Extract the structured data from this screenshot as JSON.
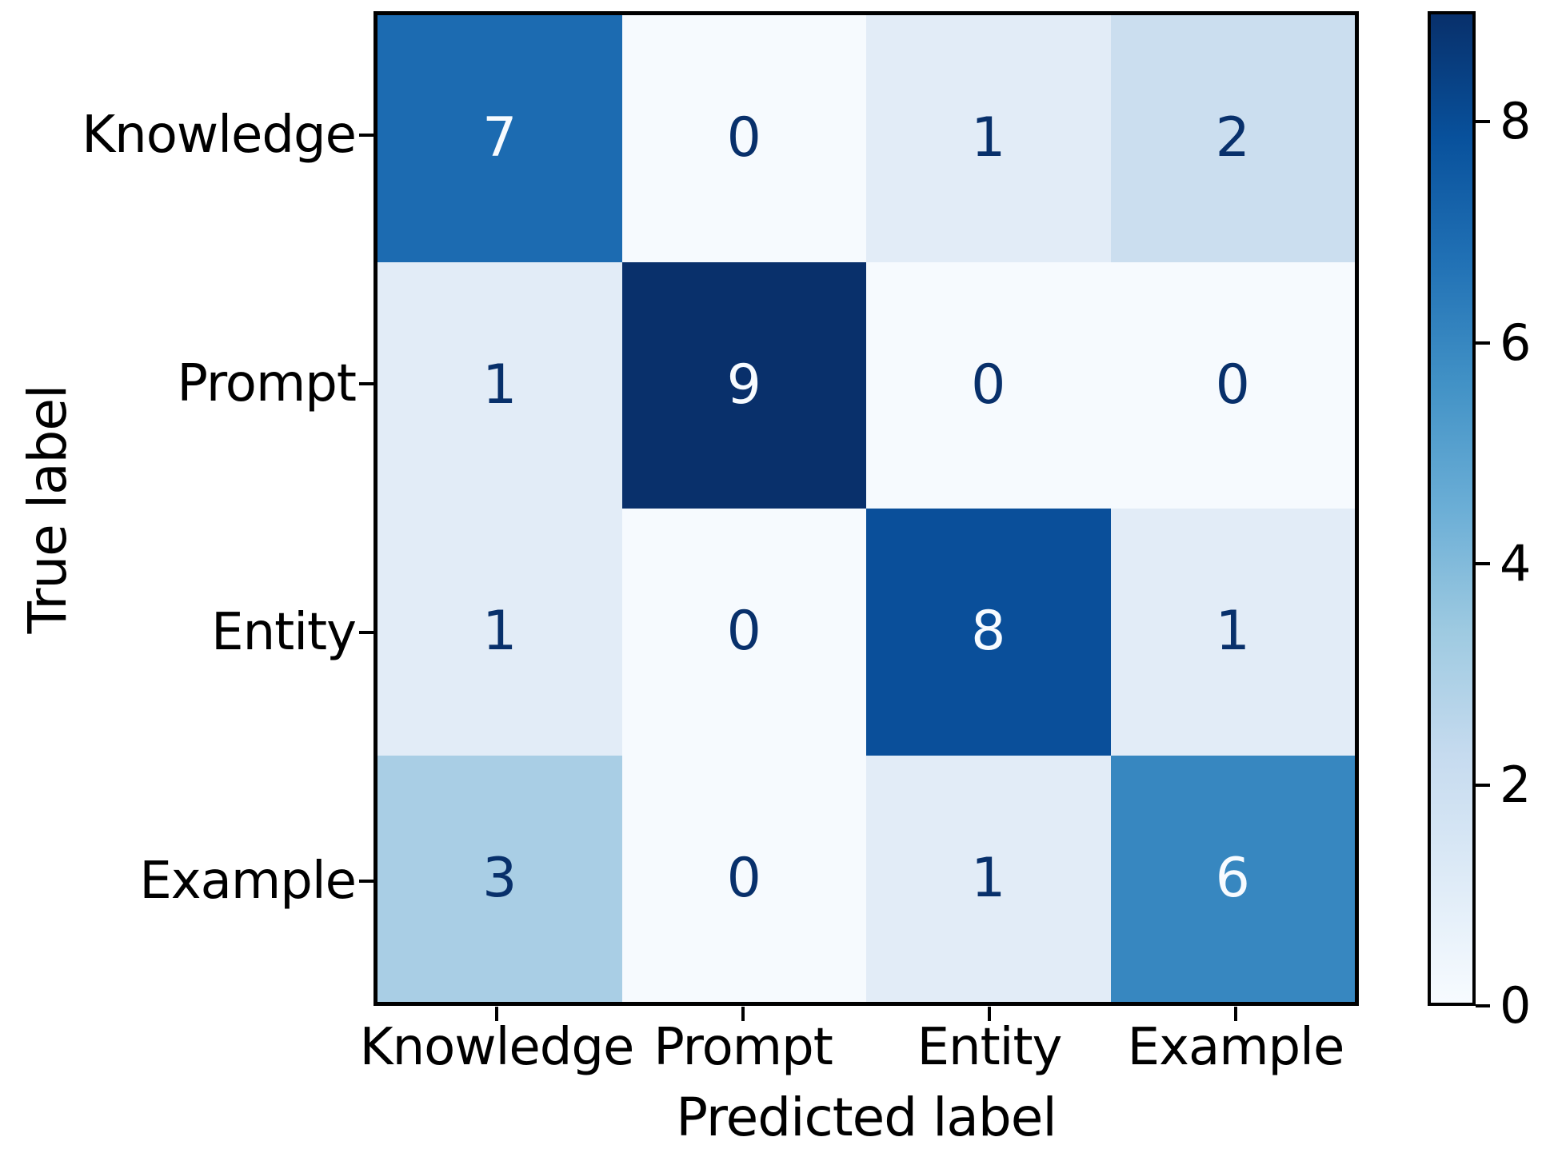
{
  "chart_data": {
    "type": "heatmap",
    "subtype": "confusion-matrix",
    "title": "",
    "xlabel": "Predicted label",
    "ylabel": "True label",
    "x_categories": [
      "Knowledge",
      "Prompt",
      "Entity",
      "Example"
    ],
    "y_categories": [
      "Knowledge",
      "Prompt",
      "Entity",
      "Example"
    ],
    "matrix": [
      [
        7,
        0,
        1,
        2
      ],
      [
        1,
        9,
        0,
        0
      ],
      [
        1,
        0,
        8,
        1
      ],
      [
        3,
        0,
        1,
        6
      ]
    ],
    "vmin": 0,
    "vmax": 9,
    "colormap": "Blues",
    "grid": false,
    "colorbar": {
      "position": "right",
      "ticks": [
        8,
        6,
        4,
        2,
        0
      ],
      "gradient_bottom_to_top": [
        "#f7fbff",
        "#deebf7",
        "#c6dbef",
        "#9ecae1",
        "#6baed6",
        "#4292c6",
        "#2171b5",
        "#08519c",
        "#08306b"
      ]
    },
    "cells": [
      {
        "row": "Knowledge",
        "col": "Knowledge",
        "value": "7",
        "bg": "#1c6bb1",
        "fg": "#f7fbff"
      },
      {
        "row": "Knowledge",
        "col": "Prompt",
        "value": "0",
        "bg": "#f6fafe",
        "fg": "#08306b"
      },
      {
        "row": "Knowledge",
        "col": "Entity",
        "value": "1",
        "bg": "#e2ecf7",
        "fg": "#08306b"
      },
      {
        "row": "Knowledge",
        "col": "Example",
        "value": "2",
        "bg": "#cbdeef",
        "fg": "#08306b"
      },
      {
        "row": "Prompt",
        "col": "Knowledge",
        "value": "1",
        "bg": "#e2ecf7",
        "fg": "#08306b"
      },
      {
        "row": "Prompt",
        "col": "Prompt",
        "value": "9",
        "bg": "#09306b",
        "fg": "#f7fbff"
      },
      {
        "row": "Prompt",
        "col": "Entity",
        "value": "0",
        "bg": "#f6fafe",
        "fg": "#08306b"
      },
      {
        "row": "Prompt",
        "col": "Example",
        "value": "0",
        "bg": "#f6fafe",
        "fg": "#08306b"
      },
      {
        "row": "Entity",
        "col": "Knowledge",
        "value": "1",
        "bg": "#e2ecf7",
        "fg": "#08306b"
      },
      {
        "row": "Entity",
        "col": "Prompt",
        "value": "0",
        "bg": "#f6fafe",
        "fg": "#08306b"
      },
      {
        "row": "Entity",
        "col": "Entity",
        "value": "8",
        "bg": "#0a4f9a",
        "fg": "#f7fbff"
      },
      {
        "row": "Entity",
        "col": "Example",
        "value": "1",
        "bg": "#e2ecf7",
        "fg": "#08306b"
      },
      {
        "row": "Example",
        "col": "Knowledge",
        "value": "3",
        "bg": "#a9cee5",
        "fg": "#08306b"
      },
      {
        "row": "Example",
        "col": "Prompt",
        "value": "0",
        "bg": "#f6fafe",
        "fg": "#08306b"
      },
      {
        "row": "Example",
        "col": "Entity",
        "value": "1",
        "bg": "#e2ecf7",
        "fg": "#08306b"
      },
      {
        "row": "Example",
        "col": "Example",
        "value": "6",
        "bg": "#3787c0",
        "fg": "#f7fbff"
      }
    ]
  }
}
